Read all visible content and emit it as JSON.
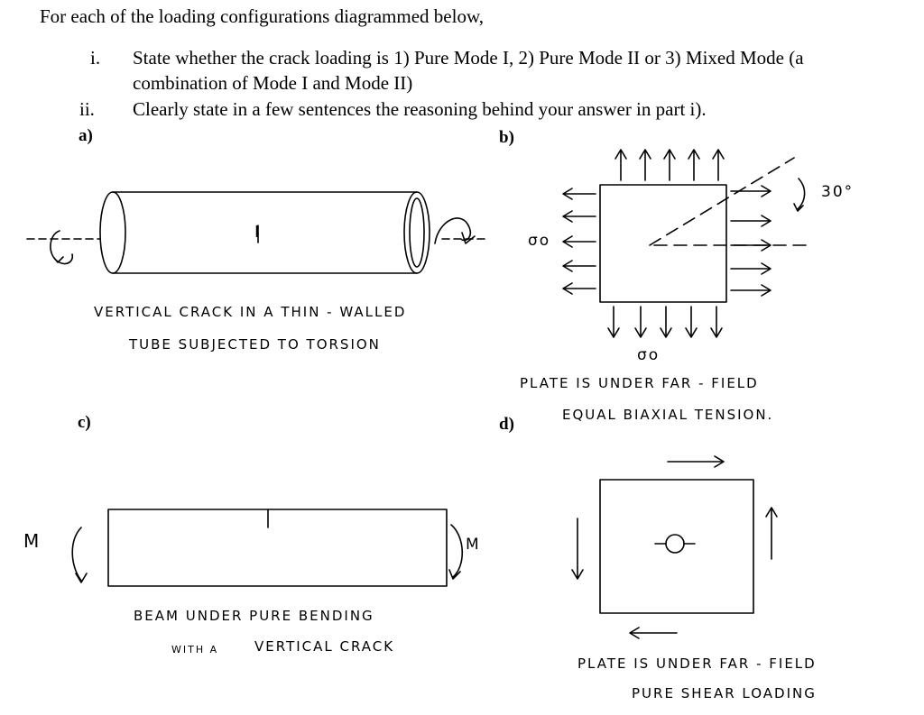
{
  "intro": "For each of the loading configurations diagrammed below,",
  "questions": [
    {
      "num": "i.",
      "line1": "State whether the crack loading is 1) Pure Mode I, 2) Pure Mode II or 3) Mixed Mode (a",
      "line2": "combination of Mode I and Mode II)"
    },
    {
      "num": "ii.",
      "line1": "Clearly state in a few sentences the reasoning behind your answer in part i)."
    }
  ],
  "diagrams": {
    "a": {
      "label": "a)",
      "caption1": "VERTICAL CRACK IN A THIN - WALLED",
      "caption2": "TUBE  SUBJECTED TO TORSION",
      "crack_mark": "I"
    },
    "b": {
      "label": "b)",
      "angle": "30°",
      "sigma_left": "σo",
      "sigma_bottom": "σo",
      "caption1": "PLATE IS UNDER  FAR - FIELD",
      "caption2": "EQUAL   BIAXIAL  TENSION."
    },
    "c": {
      "label": "c)",
      "moment_left": "M",
      "moment_right": "M",
      "caption1": "BEAM UNDER PURE BENDING",
      "caption2_small": "WITH  A",
      "caption2": "VERTICAL CRACK"
    },
    "d": {
      "label": "d)",
      "caption1": "PLATE IS UNDER  FAR - FIELD",
      "caption2": "PURE   SHEAR LOADING"
    }
  }
}
